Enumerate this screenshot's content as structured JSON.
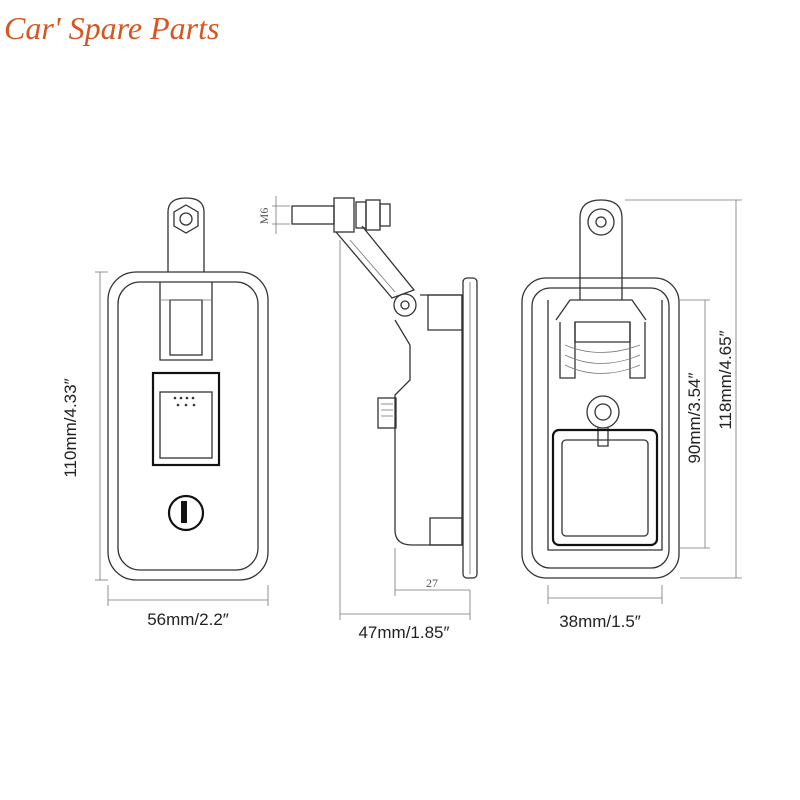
{
  "brand": {
    "title": "Car' Spare Parts",
    "color": "#d9541e"
  },
  "dimensions": {
    "front_height": "110mm/4.33″",
    "front_width": "56mm/2.2″",
    "side_bolt": "M6",
    "side_depth": "27",
    "side_width": "47mm/1.85″",
    "back_inner_height": "90mm/3.54″",
    "back_total_height": "118mm/4.65″",
    "back_width": "38mm/1.5″"
  }
}
